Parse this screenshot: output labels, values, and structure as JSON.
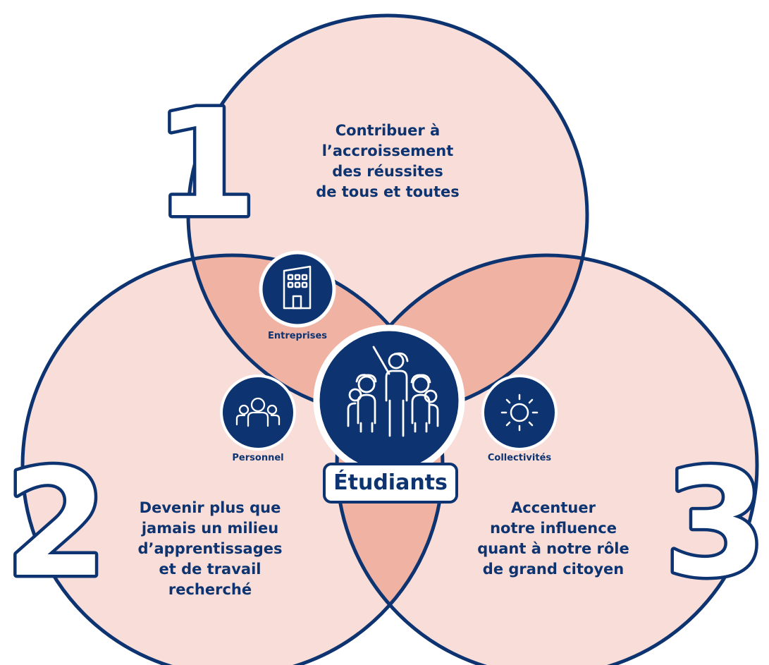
{
  "colors": {
    "navy": "#0d3470",
    "circle_fill": "#f8ddd8",
    "overlap_fill": "#f0b2a3",
    "badge_text": "#ffffff"
  },
  "goals": [
    {
      "number": "1",
      "lines": [
        "Contribuer à",
        "l’accroissement",
        "des réussites",
        "de tous et toutes"
      ]
    },
    {
      "number": "2",
      "lines": [
        "Devenir plus que",
        "jamais un milieu",
        "d’apprentissages",
        "et de travail",
        "recherché"
      ]
    },
    {
      "number": "3",
      "lines": [
        "Accentuer",
        "notre influence",
        "quant à notre rôle",
        "de grand citoyen"
      ]
    }
  ],
  "stakeholders": {
    "entreprises": {
      "label": "Entreprises",
      "icon": "building-icon"
    },
    "personnel": {
      "label": "Personnel",
      "icon": "group-people-icon"
    },
    "collectivites": {
      "label": "Collectivités",
      "icon": "sun-icon"
    }
  },
  "center": {
    "label": "Étudiants",
    "icon": "teacher-students-icon"
  }
}
